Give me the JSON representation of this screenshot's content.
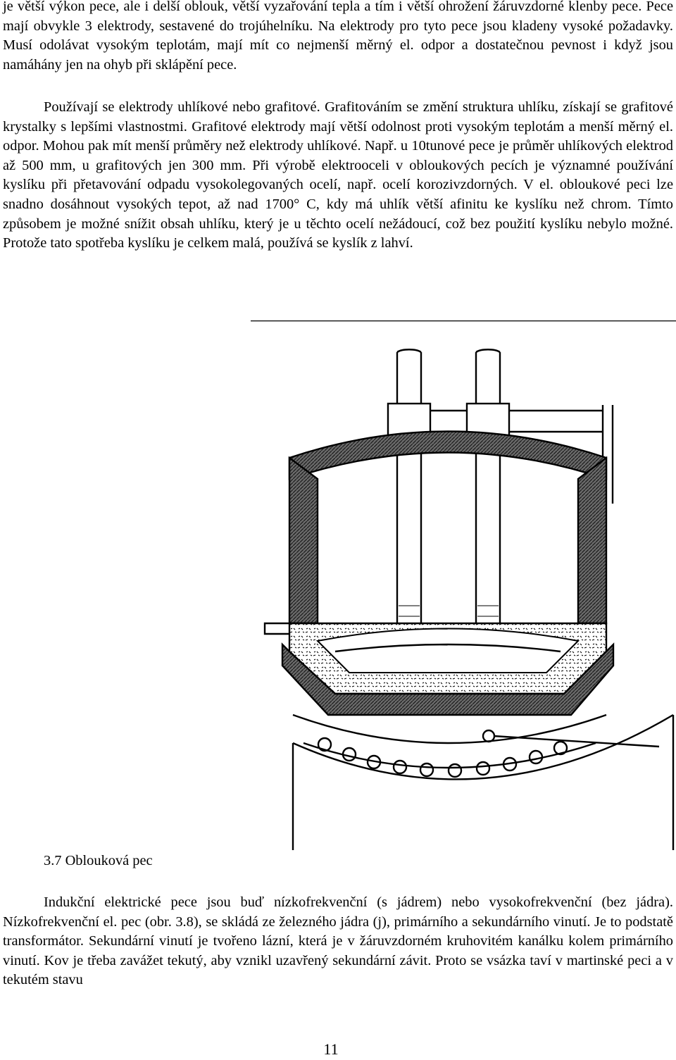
{
  "document": {
    "paragraphs_top": [
      "je větší výkon pece, ale i delší oblouk, větší vyzařování tepla a tím i větší ohrožení žáruvzdorné klenby pece. Pece mají obvykle 3 elektrody, sestavené do trojúhelníku. Na elektrody pro tyto pece jsou kladeny vysoké požadavky. Musí odolávat vysokým teplotám, mají mít co nejmenší měrný el. odpor a dostatečnou pevnost i když jsou namáhány jen na ohyb při sklápění pece.",
      "Používají se elektrody uhlíkové nebo grafitové. Grafitováním se změní struktura uhlíku, získají se grafitové krystalky s lepšími vlastnostmi. Grafitové elektrody mají větší odolnost proti vysokým teplotám a menší měrný el. odpor. Mohou pak mít menší průměry než elektrody uhlíkové. Např. u 10tunové pece je průměr uhlíkových elektrod až 500 mm, u grafitových jen 300 mm. Při výrobě elektrooceli v obloukových pecích je významné používání kyslíku při přetavování odpadu vysokolegovaných ocelí, např. ocelí korozivzdorných. V el. obloukové peci lze snadno dosáhnout vysokých tepot, až nad 1700° C, kdy má  uhlík větší afinitu ke kyslíku než chrom. Tímto způsobem je možné snížit obsah uhlíku, který je u těchto ocelí nežádoucí, což bez použití kyslíku nebylo možné. Protože tato spotřeba kyslíku je celkem malá, používá se kyslík z lahví."
    ],
    "figure_caption": "3.7 Oblouková pec",
    "paragraph_bottom": "Indukční elektrické pece jsou buď nízkofrekvenční (s jádrem) nebo vysokofrekvenční (bez jádra). Nízkofrekvenční el. pec (obr. 3.8), se skládá ze železného jádra (j), primárního a sekundárního vinutí. Je to podstatě transformátor. Sekundární vinutí je tvořeno lázní, která je v žáruvzdorném kruhovitém kanálku kolem primárního vinutí. Kov je třeba zavážet tekutý, aby vznikl uzavřený sekundární závit. Proto se vsázka taví v martinské peci a v tekutém stavu",
    "page_number": "11"
  },
  "figure": {
    "icon": "arc-furnace-illustration",
    "line_color": "#000000",
    "background": "#ffffff"
  }
}
